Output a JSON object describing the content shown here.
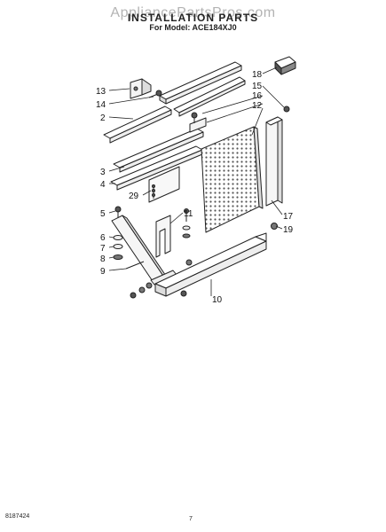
{
  "watermark": "AppliancePartsPros.com",
  "header": {
    "title": "INSTALLATION PARTS",
    "model": "For Model: ACE184XJ0"
  },
  "callouts": {
    "c13": "13",
    "c14": "14",
    "c2": "2",
    "c3": "3",
    "c4": "4",
    "c29": "29",
    "c5": "5",
    "c6": "6",
    "c7": "7",
    "c8": "8",
    "c9": "9",
    "c11": "11",
    "c18": "18",
    "c15": "15",
    "c16": "16",
    "c12": "12",
    "c17": "17",
    "c19": "19",
    "c10": "10"
  },
  "footer": {
    "doc_number": "8187424",
    "page_number": "7"
  }
}
